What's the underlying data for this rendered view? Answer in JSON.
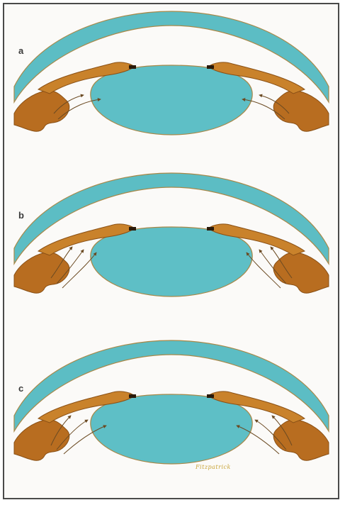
{
  "colors": {
    "background": "#fbfaf8",
    "frame": "#4a4a4a",
    "cornea": "#5cbdc4",
    "cornea_edge": "#a88848",
    "lens": "#5ebfc6",
    "iris": "#c9822b",
    "iris_edge": "#8a5015",
    "ciliary_body": "#b86d20",
    "aqueous_flow": "#6b4a22",
    "signature": "#c9a437"
  },
  "panels": [
    {
      "label": "a",
      "variant": "anterior-flow"
    },
    {
      "label": "b",
      "variant": "posterior-flow"
    },
    {
      "label": "c",
      "variant": "pooled-flow"
    }
  ],
  "signature": "Fitzpatrick"
}
